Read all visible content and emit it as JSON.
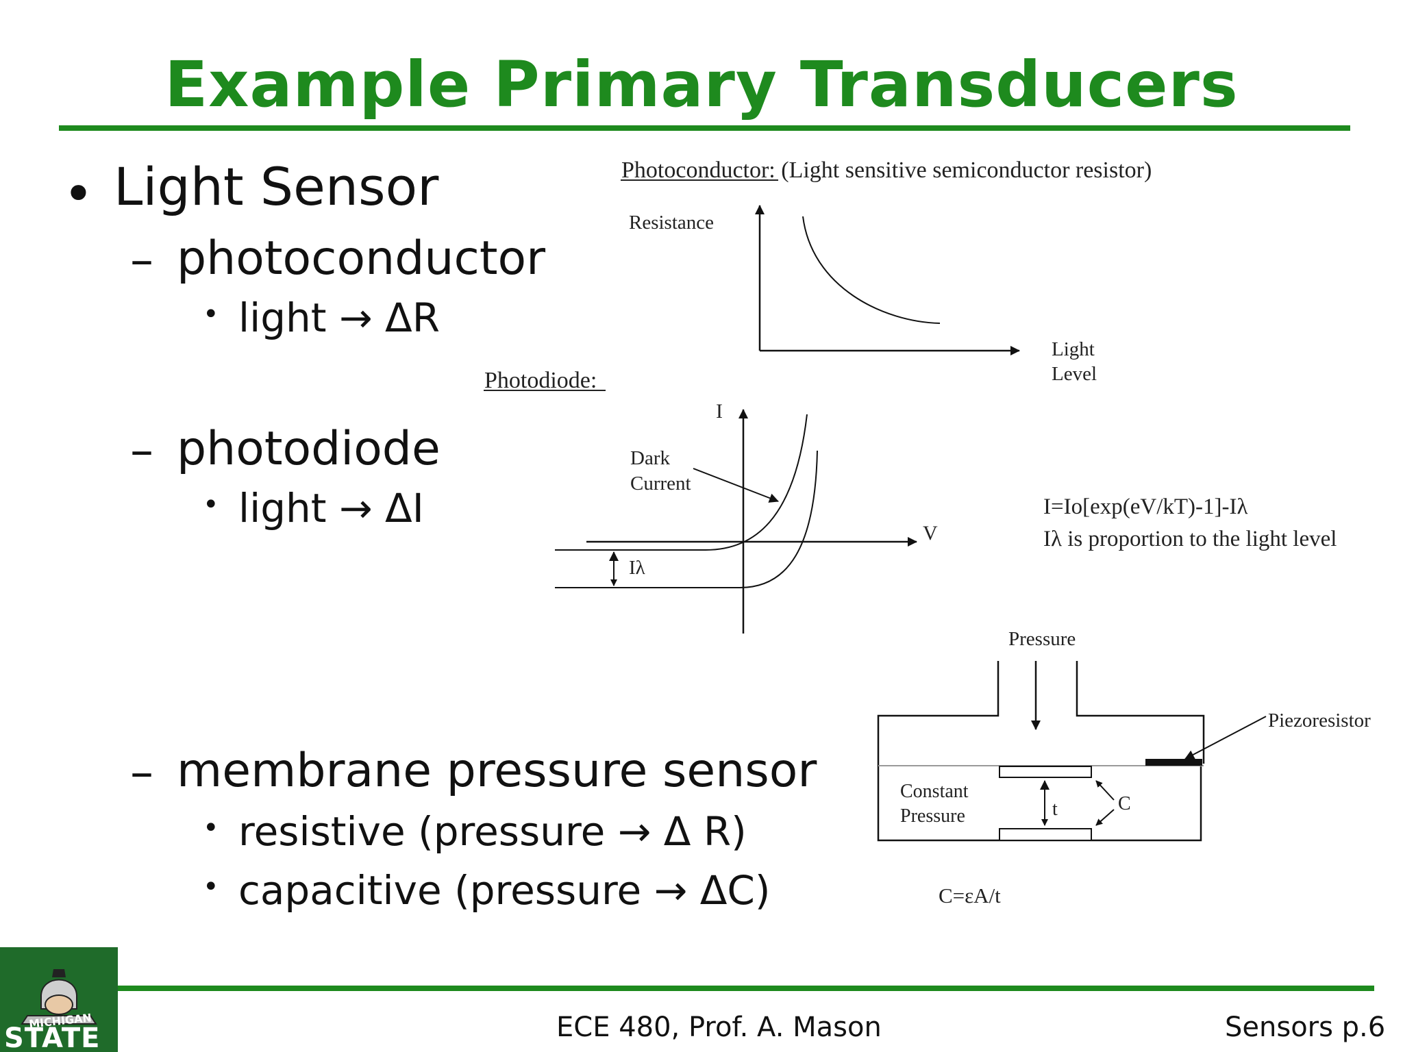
{
  "slide": {
    "title": "Example Primary Transducers",
    "bullets": {
      "light_sensor": "Light Sensor",
      "photoconductor": "photoconductor",
      "photoconductor_effect": "light → ΔR",
      "photodiode": "photodiode",
      "photodiode_effect": "light → ΔI",
      "membrane": "membrane pressure sensor",
      "resistive": "resistive (pressure → Δ R)",
      "capacitive": "capacitive (pressure → ΔC)"
    },
    "markers": {
      "level1": "•",
      "level2": "–",
      "level3": "•"
    }
  },
  "photoconductor_figure": {
    "heading": "Photoconductor:",
    "heading_note": " (Light sensitive semiconductor resistor)",
    "y_label": "Resistance",
    "x_label_line1": "Light",
    "x_label_line2": "Level"
  },
  "photodiode_figure": {
    "heading": "Photodiode:",
    "y_label": "I",
    "x_label": "V",
    "dark_current_line1": "Dark",
    "dark_current_line2": "Current",
    "i_lambda": "Iλ",
    "equation": "I=Io[exp(eV/kT)-1]-Iλ",
    "note": "Iλ is proportion to the light level"
  },
  "pressure_figure": {
    "pressure_label": "Pressure",
    "piezoresistor_label": "Piezoresistor",
    "constant_line1": "Constant",
    "constant_line2": "Pressure",
    "t_label": "t",
    "c_label": "C",
    "formula": "C=εA/t"
  },
  "footer": {
    "course": "ECE 480, Prof. A. Mason",
    "page": "Sensors p.6",
    "logo_text_top": "MICHIGAN",
    "logo_text_bottom": "STATE"
  },
  "colors": {
    "accent_green": "#1e8a1e",
    "logo_green": "#1f6b2a"
  }
}
